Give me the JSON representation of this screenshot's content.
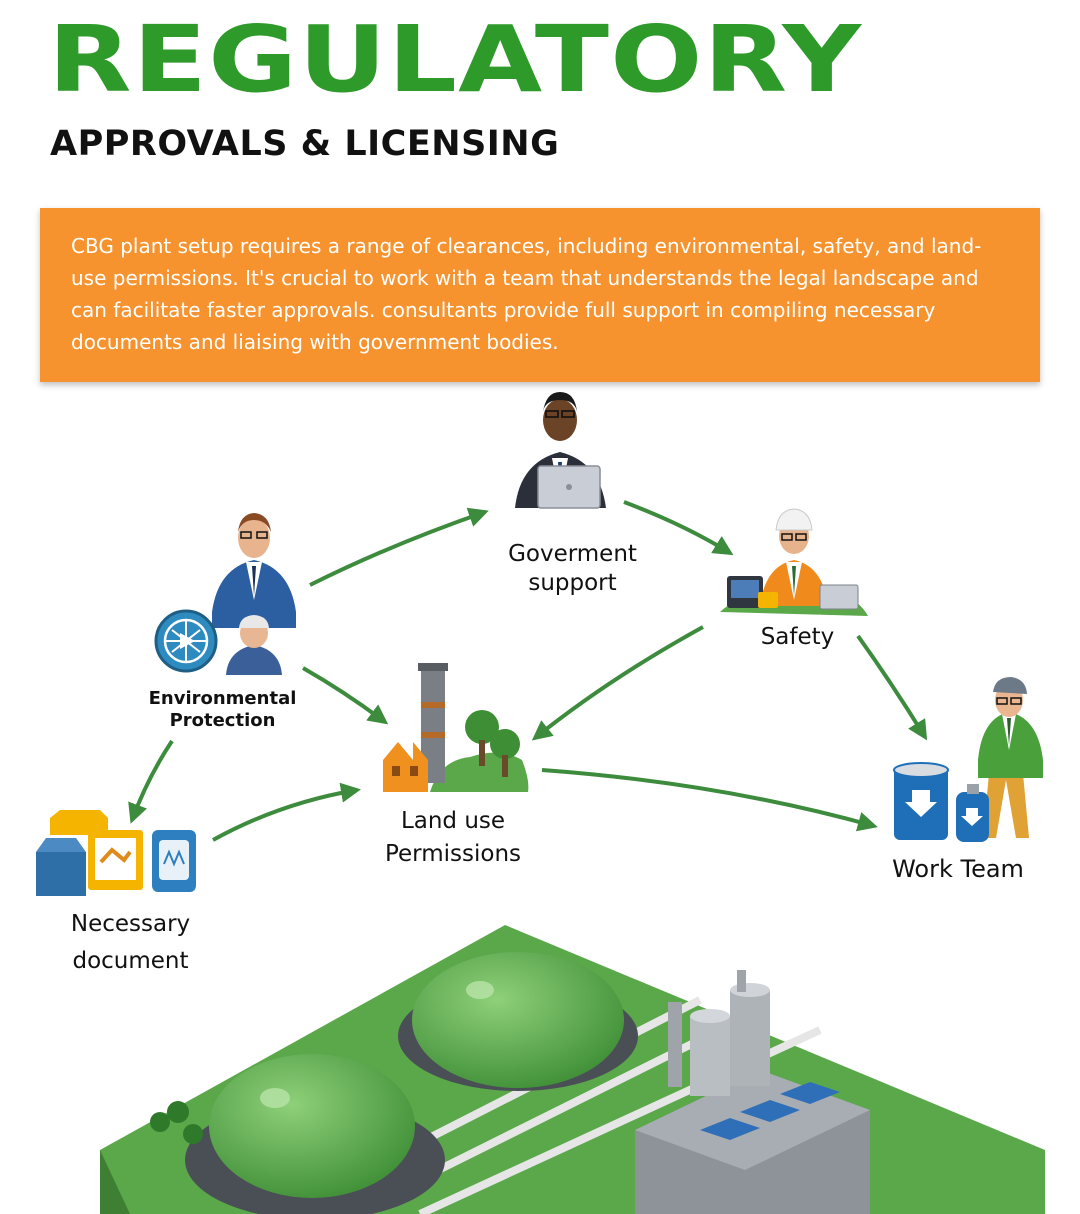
{
  "header": {
    "title": "REGULATORY",
    "subtitle": "APPROVALS & LICENSING"
  },
  "info_box": {
    "text": "CBG plant setup requires a range of clearances, including environmental, safety, and land-use permissions. It's crucial to work with a team that understands the legal landscape and can facilitate faster approvals. consultants provide full support in compiling necessary documents and liaising with government bodies."
  },
  "diagram": {
    "nodes": {
      "government": "Goverment support",
      "safety": "Safety",
      "environmental": "Environmental Protection",
      "land_use": "Land use Permissions",
      "work_team": "Work Team",
      "documents": "Necessary document"
    },
    "label_lines": {
      "government_1": "Goverment",
      "government_2": "support",
      "environmental_1": "Environmental",
      "environmental_2": "Protection",
      "land_use_1": "Land use",
      "land_use_2": "Permissions",
      "documents_1": "Necessary",
      "documents_2": "document"
    },
    "icons": [
      "consultant-laptop-icon",
      "safety-engineer-icon",
      "environment-officers-icon",
      "factory-trees-icon",
      "worker-gas-cylinders-icon",
      "documents-icon",
      "cbg-plant-illustration"
    ]
  },
  "colors": {
    "title_green": "#2e9a2a",
    "info_orange": "#f7932f",
    "arrow_green": "#3d8b3d",
    "plant_green": "#5aa84a"
  }
}
